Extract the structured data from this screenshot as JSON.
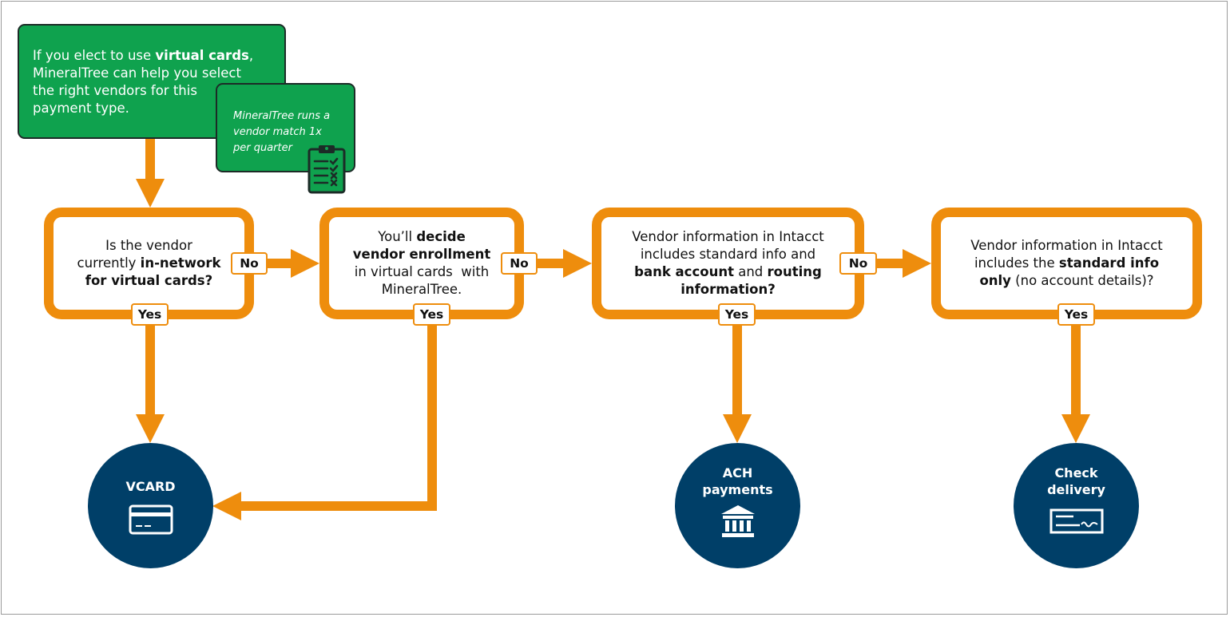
{
  "note_main": {
    "line1_prefix": "If you elect to use ",
    "line1_bold": "virtual cards",
    "line1_suffix": ",",
    "line2": "MineralTree can help you select",
    "line3": "the right vendors for this",
    "line4": "payment type."
  },
  "note_small": {
    "line1": "MineralTree runs a",
    "line2": "vendor match 1x",
    "line3": "per quarter",
    "icon": "clipboard-checklist-icon"
  },
  "box1": {
    "line1": "Is the vendor",
    "line2_prefix": "currently ",
    "line2_bold": "in-network",
    "line3_bold": "for virtual cards?"
  },
  "box2": {
    "line1_prefix": "You’ll ",
    "line1_bold": "decide",
    "line2_bold": "vendor enrollment",
    "line3": "in virtual cards  with",
    "line4": "MineralTree."
  },
  "box3": {
    "line1": "Vendor information in Intacct",
    "line2": "includes standard info and",
    "line3_bold_a": "bank account",
    "line3_mid": " and ",
    "line3_bold_b": "routing",
    "line4_bold": "information?"
  },
  "box4": {
    "line1": "Vendor information in Intacct",
    "line2_prefix": "includes the ",
    "line2_bold": "standard info",
    "line3_bold": "only",
    "line3_suffix": " (no account details)?"
  },
  "labels": {
    "no": "No",
    "yes": "Yes"
  },
  "outcomes": {
    "vcard": {
      "title": "VCARD",
      "icon": "credit-card-icon"
    },
    "ach": {
      "line1": "ACH",
      "line2": "payments",
      "icon": "bank-icon"
    },
    "check": {
      "line1": "Check",
      "line2": "delivery",
      "icon": "check-document-icon"
    }
  },
  "colors": {
    "orange": "#ee8d0d",
    "green": "#0fa24e",
    "navy": "#003f68",
    "dark_outline": "#1c2b27"
  }
}
